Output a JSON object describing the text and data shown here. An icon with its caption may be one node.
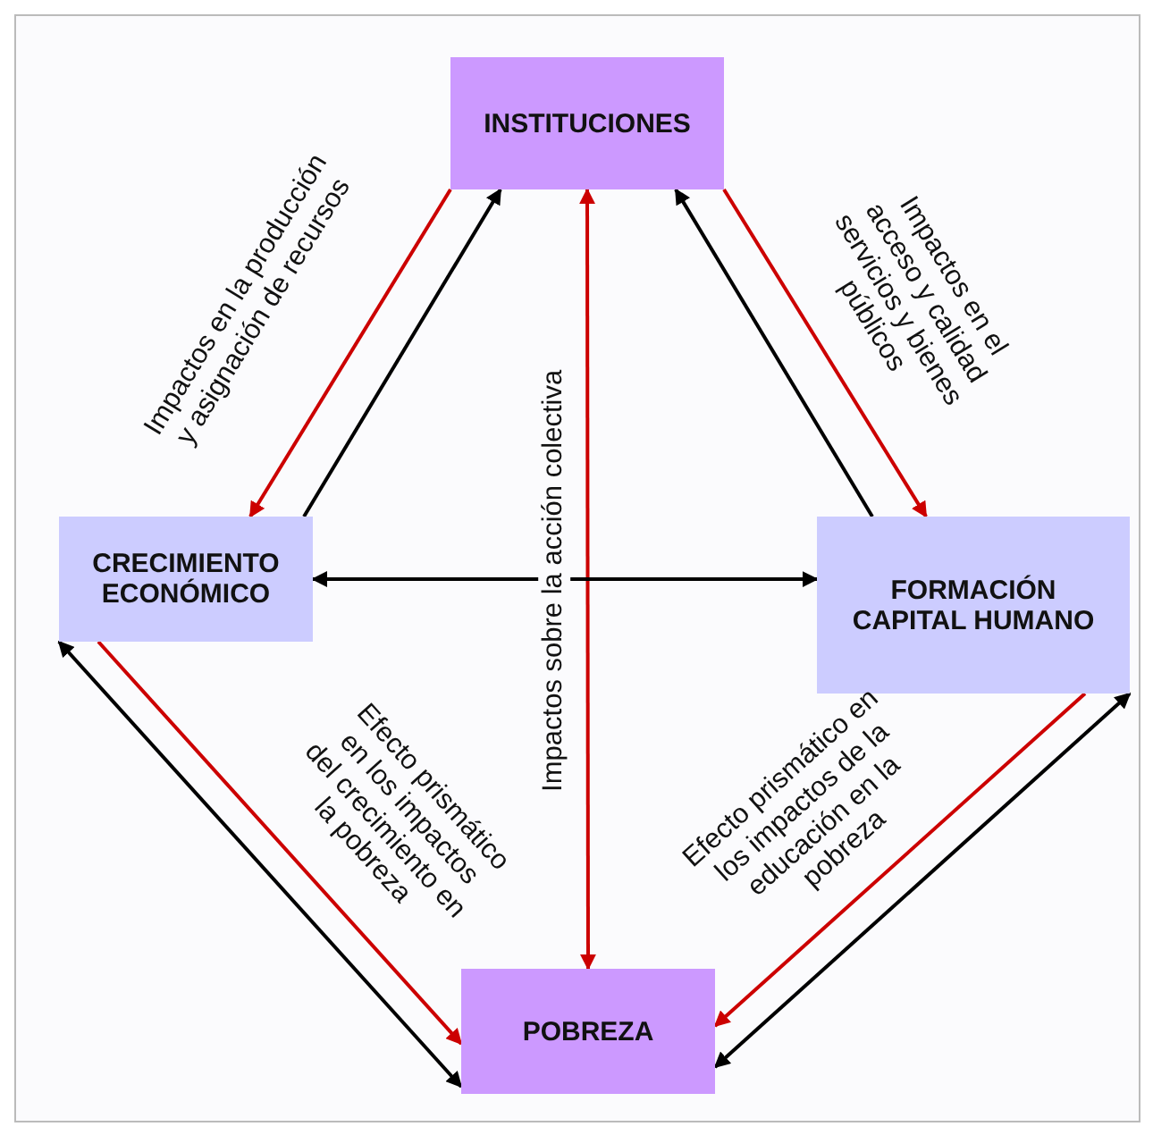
{
  "diagram": {
    "nodes": [
      {
        "text": [
          "INSTITUCIONES"
        ]
      },
      {
        "text": [
          "CRECIMIENTO ECONÓMICO"
        ]
      },
      {
        "text": [
          "FORMACIÓN CAPITAL  HUMANO"
        ]
      },
      {
        "text": [
          "POBREZA"
        ]
      }
    ],
    "edges": [
      {
        "from": 0,
        "to": 1,
        "arrow": "to",
        "color": "#cc0000",
        "label": "Impactos en la producción y asignación de recursos"
      },
      {
        "from": 1,
        "to": 0,
        "arrow": "to",
        "color": "#000000"
      },
      {
        "from": 0,
        "to": 2,
        "arrow": "to",
        "color": "#cc0000",
        "label": "Impactos en el acceso y calidad servicios y bienes públicos"
      },
      {
        "from": 2,
        "to": 0,
        "arrow": "to",
        "color": "#000000"
      },
      {
        "from": 0,
        "to": 3,
        "arrow": "both",
        "color": "#cc0000",
        "label": "Impactos sobre la acción colectiva"
      },
      {
        "from": 1,
        "to": 2,
        "arrow": "both",
        "color": "#000000"
      },
      {
        "from": 1,
        "to": 3,
        "arrow": "to",
        "color": "#cc0000",
        "label": "Efecto prismático en los impactos del crecimiento en la pobreza"
      },
      {
        "from": 1,
        "to": 3,
        "arrow": "both",
        "color": "#000000"
      },
      {
        "from": 2,
        "to": 3,
        "arrow": "to",
        "color": "#cc0000",
        "label": "Efecto prismático en los impactos de la educación en la pobreza"
      },
      {
        "from": 2,
        "to": 3,
        "arrow": "both",
        "color": "#000000"
      }
    ]
  }
}
